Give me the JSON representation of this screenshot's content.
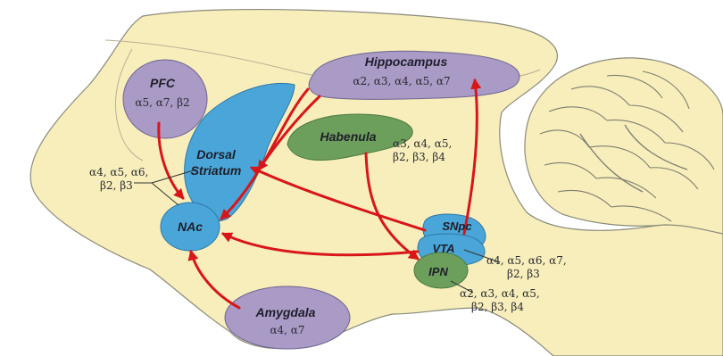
{
  "colors": {
    "brain": "#f7eebb",
    "brain_stroke": "#8a8a7a",
    "purple": "#a99ac6",
    "blue": "#4aa6d8",
    "green": "#6c9e5c",
    "arrow": "#d8161a",
    "cerebellum_line": "#7d7d70"
  },
  "regions": {
    "pfc": {
      "name": "PFC",
      "subunits": "α5, α7, β2"
    },
    "hippocampus": {
      "name": "Hippocampus",
      "subunits": "α2, α3, α4, α5, α7"
    },
    "habenula": {
      "name": "Habenula",
      "subunits_line1": "α3, α4, α5,",
      "subunits_line2": "β2, β3, β4"
    },
    "dorsal_striatum": {
      "name_line1": "Dorsal",
      "name_line2": "Striatum",
      "subunits_line1": "α4, α5, α6,",
      "subunits_line2": "β2, β3"
    },
    "nac": {
      "name": "NAc"
    },
    "snpc": {
      "name": "SNpc"
    },
    "vta": {
      "name": "VTA",
      "subunits_line1": "α4, α5, α6, α7,",
      "subunits_line2": "β2, β3"
    },
    "ipn": {
      "name": "IPN",
      "subunits_line1": "α2, α3, α4, α5,",
      "subunits_line2": "β2, β3, β4"
    },
    "amygdala": {
      "name": "Amygdala",
      "subunits": "α4, α7"
    }
  }
}
